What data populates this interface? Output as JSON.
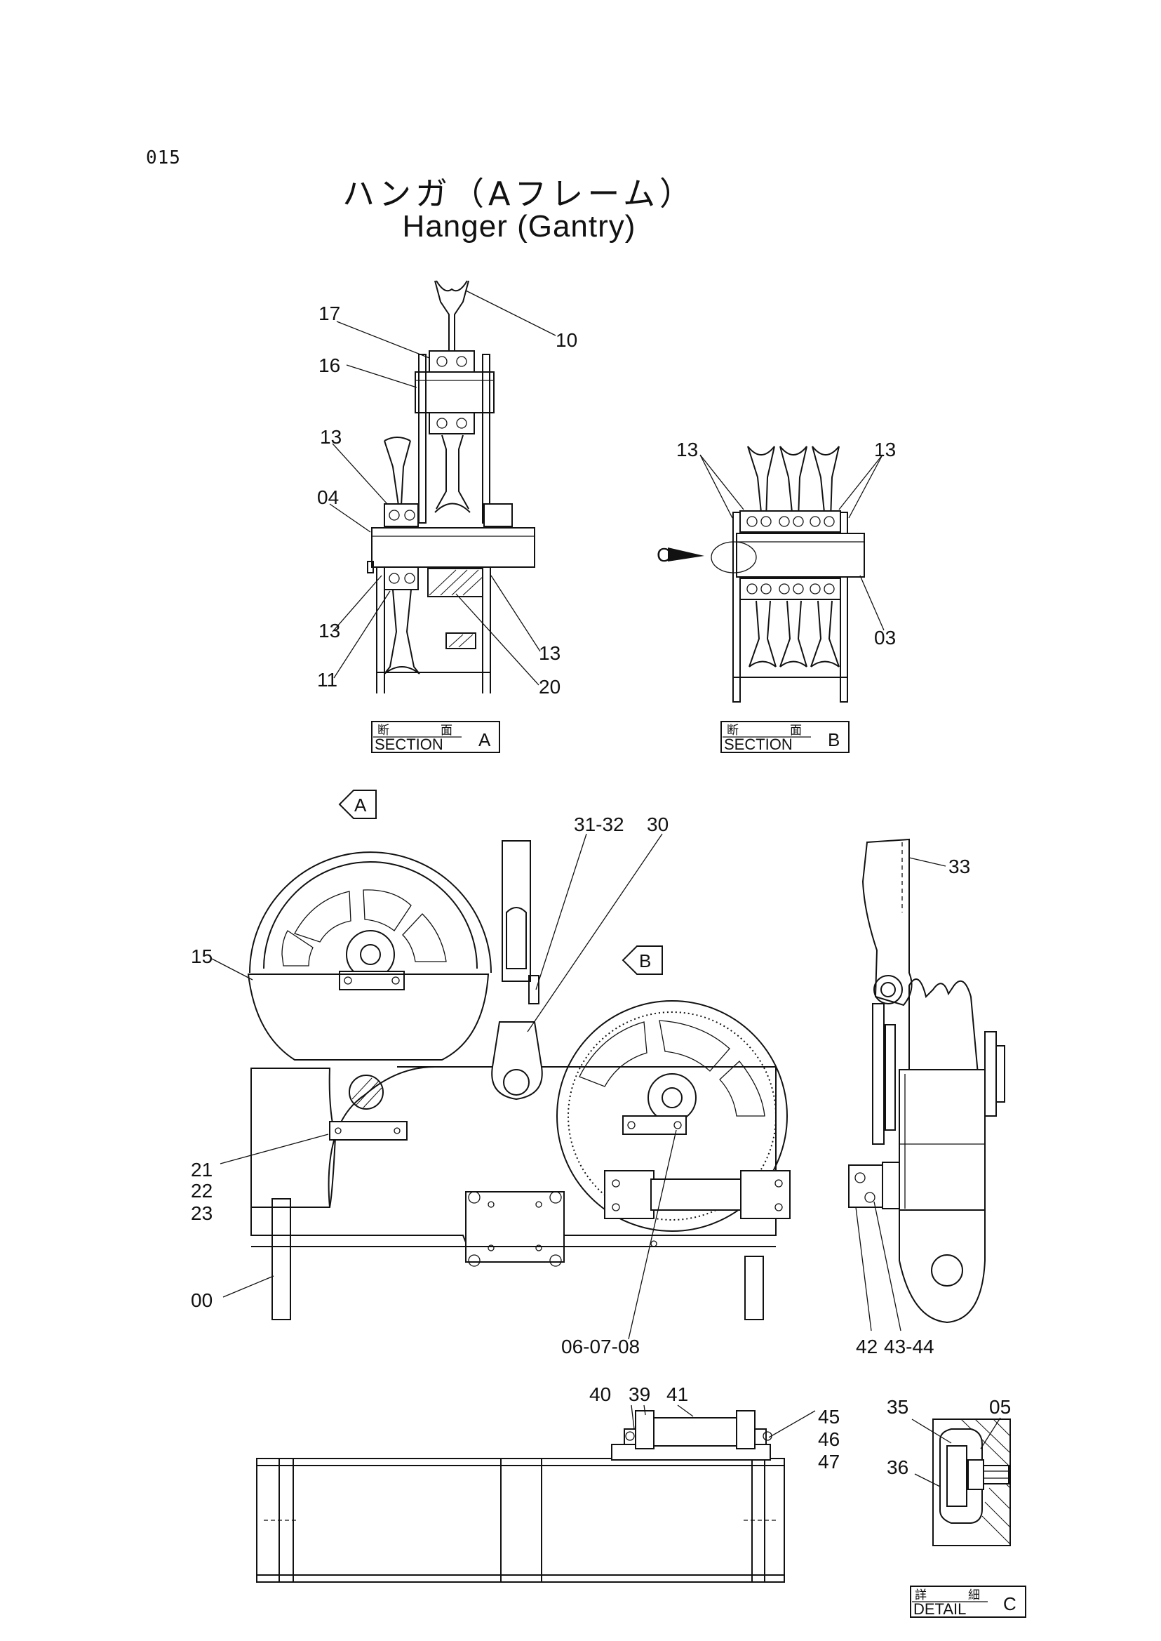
{
  "page_code": "015",
  "title": {
    "japanese": "ハンガ（Aフレーム）",
    "english": "Hanger (Gantry)"
  },
  "section_tags": [
    {
      "id": "A",
      "jp_left": "断",
      "jp_right": "面",
      "en": "SECTION",
      "letter": "A"
    },
    {
      "id": "B",
      "jp_left": "断",
      "jp_right": "面",
      "en": "SECTION",
      "letter": "B"
    },
    {
      "id": "C",
      "jp_left": "詳",
      "jp_right": "細",
      "en": "DETAIL",
      "letter": "C"
    }
  ],
  "view_markers": [
    {
      "id": "A",
      "letter": "A"
    },
    {
      "id": "B",
      "letter": "B"
    },
    {
      "id": "C",
      "letter": "C"
    }
  ],
  "callouts": {
    "sec_a": [
      "17",
      "16",
      "10",
      "13",
      "04",
      "13",
      "11",
      "13",
      "20"
    ],
    "sec_b": [
      "13",
      "13",
      "03"
    ],
    "main": [
      "31-32",
      "30",
      "15",
      "21",
      "22",
      "23",
      "00",
      "06-07-08"
    ],
    "side": [
      "33",
      "42",
      "43-44"
    ],
    "bottom": [
      "40",
      "39",
      "41",
      "45",
      "46",
      "47"
    ],
    "detail": [
      "35",
      "05",
      "36"
    ]
  }
}
